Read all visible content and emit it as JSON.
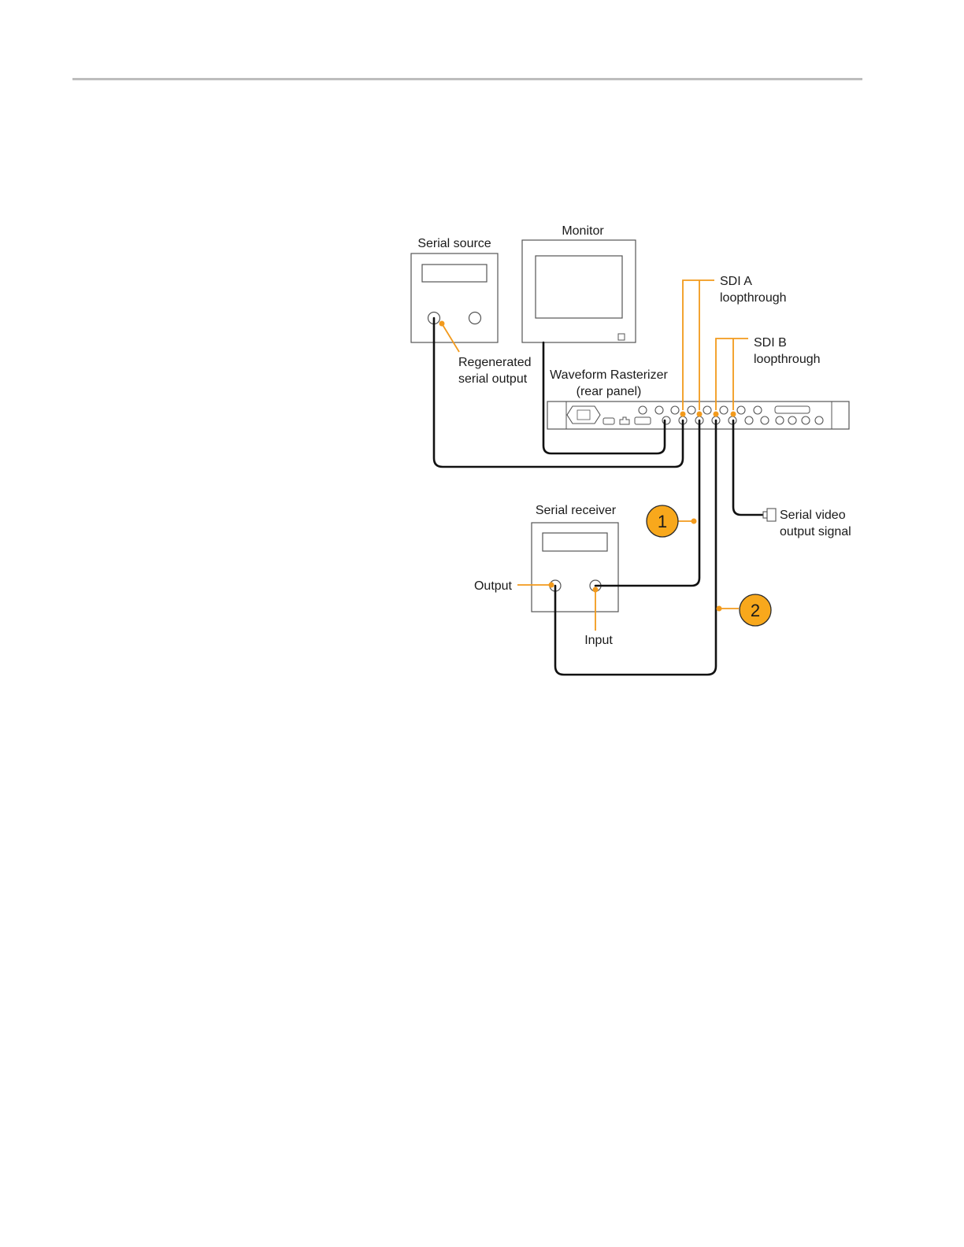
{
  "labels": {
    "serial_source": "Serial source",
    "monitor": "Monitor",
    "sdi_a_1": "SDI A",
    "sdi_a_2": "loopthrough",
    "sdi_b_1": "SDI B",
    "sdi_b_2": "loopthrough",
    "regen_1": "Regenerated",
    "regen_2": "serial output",
    "rasterizer_1": "Waveform Rasterizer",
    "rasterizer_2": "(rear panel)",
    "serial_receiver": "Serial receiver",
    "serial_video_1": "Serial video",
    "serial_video_2": "output signal",
    "output": "Output",
    "input": "Input"
  },
  "callouts": [
    "1",
    "2"
  ],
  "colors": {
    "accent": "#f29a1c",
    "callout_fill": "#f8a81c",
    "cable": "#111111",
    "outline": "#555555",
    "rule": "#bdbdbd"
  }
}
